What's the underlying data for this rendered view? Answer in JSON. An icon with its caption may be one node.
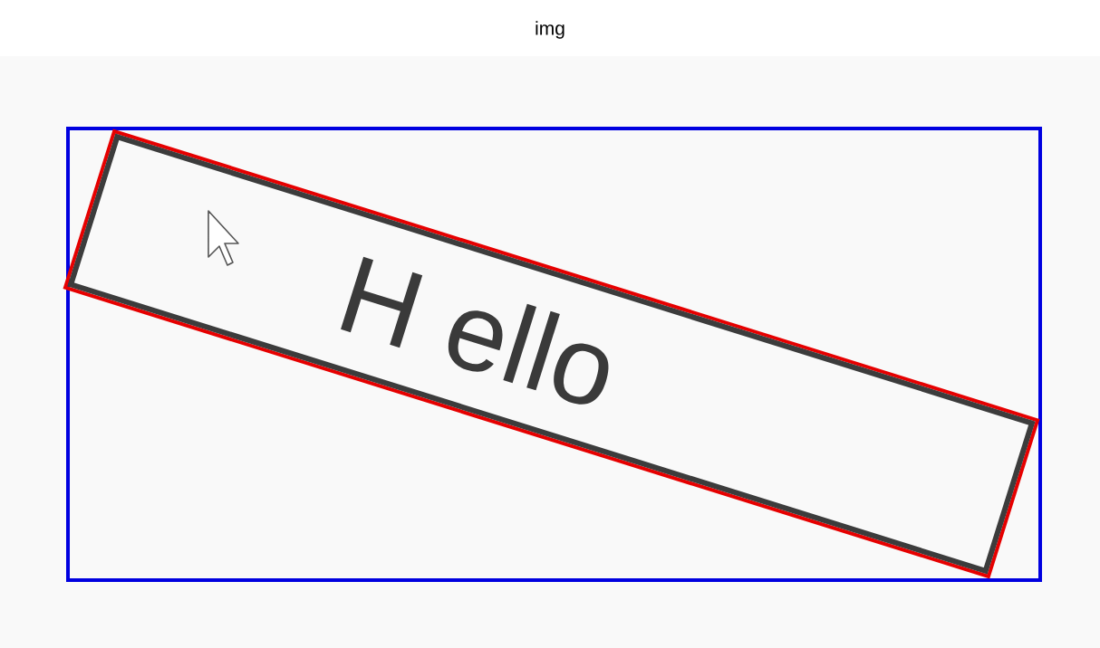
{
  "diagram": {
    "title": "img",
    "nodes": [
      {
        "text": [],
        "shape": "box"
      },
      {
        "text": [],
        "shape": "box",
        "in": 0
      },
      {
        "text": [
          "H ello"
        ],
        "in": 1
      }
    ]
  }
}
